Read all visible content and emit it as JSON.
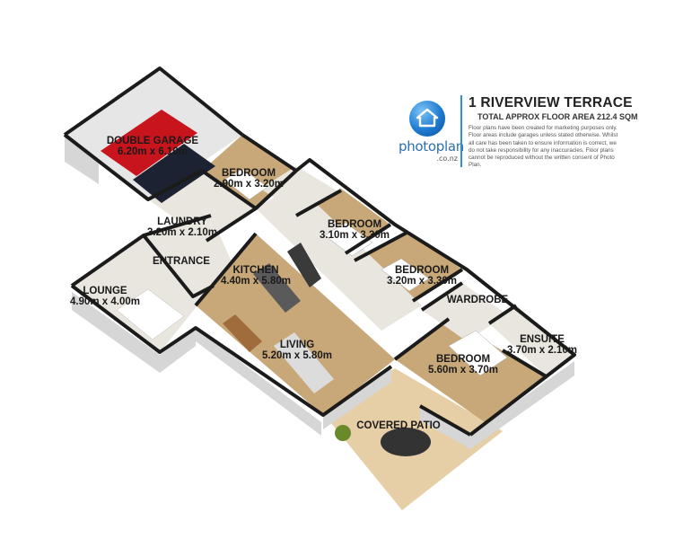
{
  "header": {
    "title": "1 RIVERVIEW TERRACE",
    "subtitle": "TOTAL APPROX FLOOR AREA 212.4 SQM",
    "disclaimer": "Floor plans have been created for marketing purposes only. Floor areas include garages unless stated otherwise. Whilst all care has been taken to ensure information is correct, we do not take responsibility for any inaccuracies. Floor plans cannot be reproduced without the written consent of Photo Plan.",
    "logo_text": "photoplan",
    "logo_sub": ".co.nz"
  },
  "colors": {
    "floor_wood": "#c8a878",
    "floor_tile": "#e9e6df",
    "wall_top": "#1b1b1b",
    "wall_side": "#d9d9d9",
    "patio": "#e6cfa6",
    "car_red": "#c8141c",
    "car_dark": "#1d2233",
    "logo_blue": "#1e7ad1"
  },
  "rooms": [
    {
      "name": "DOUBLE GARAGE",
      "size": "6.20m x 6.10m"
    },
    {
      "name": "BEDROOM",
      "size": "2.90m x 3.20m"
    },
    {
      "name": "LAUNDRY",
      "size": "3.20m x 2.10m"
    },
    {
      "name": "BEDROOM",
      "size": "3.10m x 3.30m"
    },
    {
      "name": "ENTRANCE",
      "size": ""
    },
    {
      "name": "KITCHEN",
      "size": "4.40m x 5.80m"
    },
    {
      "name": "BEDROOM",
      "size": "3.20m x 3.30m"
    },
    {
      "name": "LOUNGE",
      "size": "4.90m x 4.00m"
    },
    {
      "name": "WARDROBE",
      "size": ""
    },
    {
      "name": "ENSUITE",
      "size": "3.70m x 2.10m"
    },
    {
      "name": "LIVING",
      "size": "5.20m x 5.80m"
    },
    {
      "name": "BEDROOM",
      "size": "5.60m x 3.70m"
    },
    {
      "name": "COVERED PATIO",
      "size": ""
    }
  ]
}
